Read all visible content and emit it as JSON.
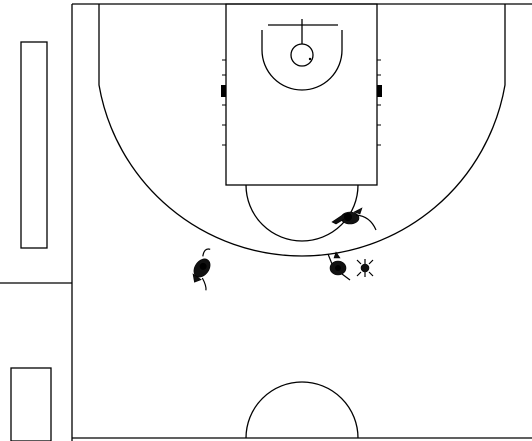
{
  "diagram": {
    "type": "basketball-half-court-drill",
    "orientation": "basket-at-top",
    "line_color": "#000000",
    "background_color": "#ffffff"
  },
  "players": [
    {
      "id": "player-1",
      "icon": "offensive-player-figure"
    },
    {
      "id": "player-2",
      "icon": "defensive-player-figure"
    },
    {
      "id": "player-3",
      "icon": "offensive-player-figure"
    },
    {
      "id": "player-4",
      "icon": "defensive-player-figure"
    }
  ]
}
